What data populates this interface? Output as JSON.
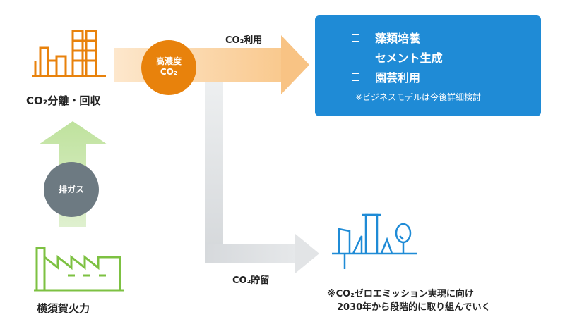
{
  "separation": {
    "label": "CO₂分離・回収"
  },
  "high_concentration": {
    "line1": "高濃度",
    "line2": "CO₂"
  },
  "utilization_arrow": {
    "label": "CO₂利用"
  },
  "utilization_panel": {
    "items": [
      "藻類培養",
      "セメント生成",
      "園芸利用"
    ],
    "note": "※ビジネスモデルは今後詳細検討"
  },
  "exhaust": {
    "label": "排ガス"
  },
  "plant": {
    "label": "横須賀火力"
  },
  "storage_arrow": {
    "label": "CO₂貯留"
  },
  "storage_note": {
    "line1": "※CO₂ゼロエミッション実現に向け",
    "line2": "2030年から段階的に取り組んでいく"
  },
  "colors": {
    "orange": "#e8820c",
    "light_orange": "#fbd4a3",
    "blue": "#1f8bd6",
    "green": "#7dc142",
    "light_green": "#c9e7ae",
    "gray_circle": "#6d7a82",
    "gray_arrow": "#d6d9dc"
  }
}
